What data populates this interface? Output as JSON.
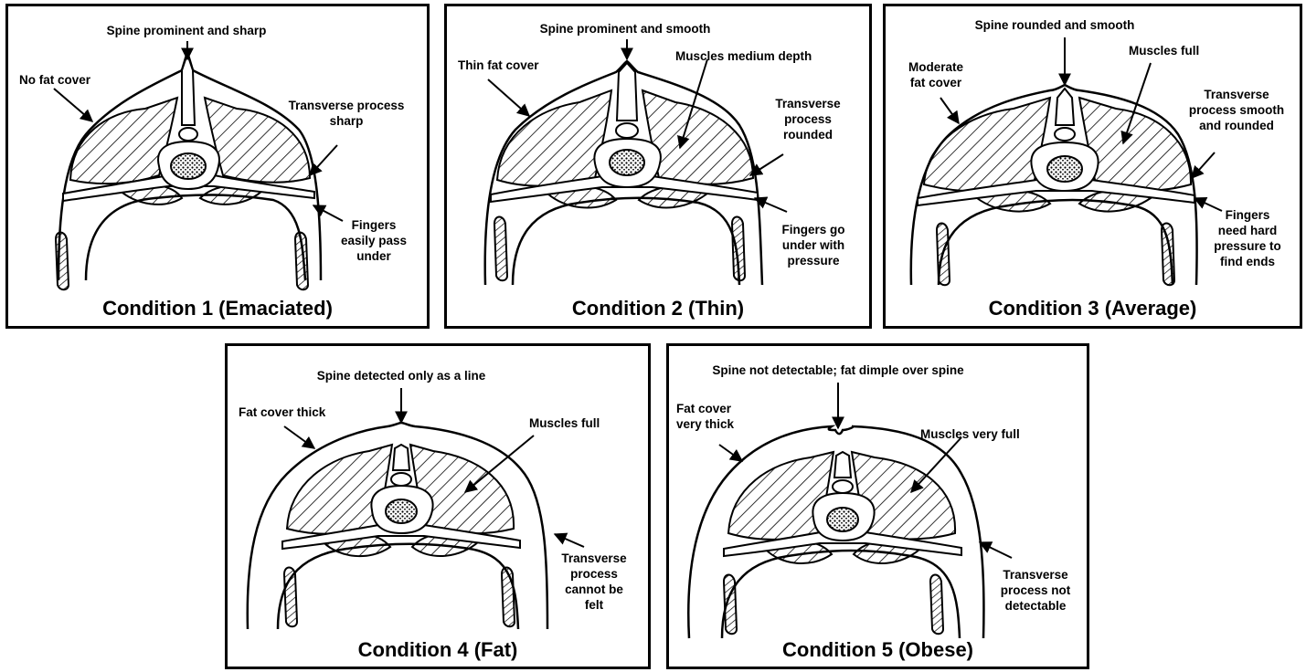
{
  "panels": [
    {
      "title": "Condition 1 (Emaciated)",
      "labels": {
        "spine": "Spine prominent and sharp",
        "fat": "No fat cover",
        "transverse": "Transverse process\nsharp",
        "fingers": "Fingers\neasily pass\nunder"
      }
    },
    {
      "title": "Condition 2 (Thin)",
      "labels": {
        "spine": "Spine prominent and smooth",
        "fat": "Thin fat cover",
        "muscles": "Muscles medium depth",
        "transverse": "Transverse\nprocess\nrounded",
        "fingers": "Fingers go\nunder with\npressure"
      }
    },
    {
      "title": "Condition 3 (Average)",
      "labels": {
        "spine": "Spine rounded and smooth",
        "fat": "Moderate\nfat cover",
        "muscles": "Muscles full",
        "transverse": "Transverse\nprocess smooth\nand rounded",
        "fingers": "Fingers\nneed hard\npressure to\nfind ends"
      }
    },
    {
      "title": "Condition 4 (Fat)",
      "labels": {
        "spine": "Spine detected only as a line",
        "fat": "Fat cover thick",
        "muscles": "Muscles full",
        "transverse": "Transverse\nprocess\ncannot be\nfelt"
      }
    },
    {
      "title": "Condition 5 (Obese)",
      "labels": {
        "spine": "Spine not detectable; fat dimple over spine",
        "fat": "Fat cover\nvery thick",
        "muscles": "Muscles very full",
        "transverse": "Transverse\nprocess not\ndetectable"
      }
    }
  ]
}
